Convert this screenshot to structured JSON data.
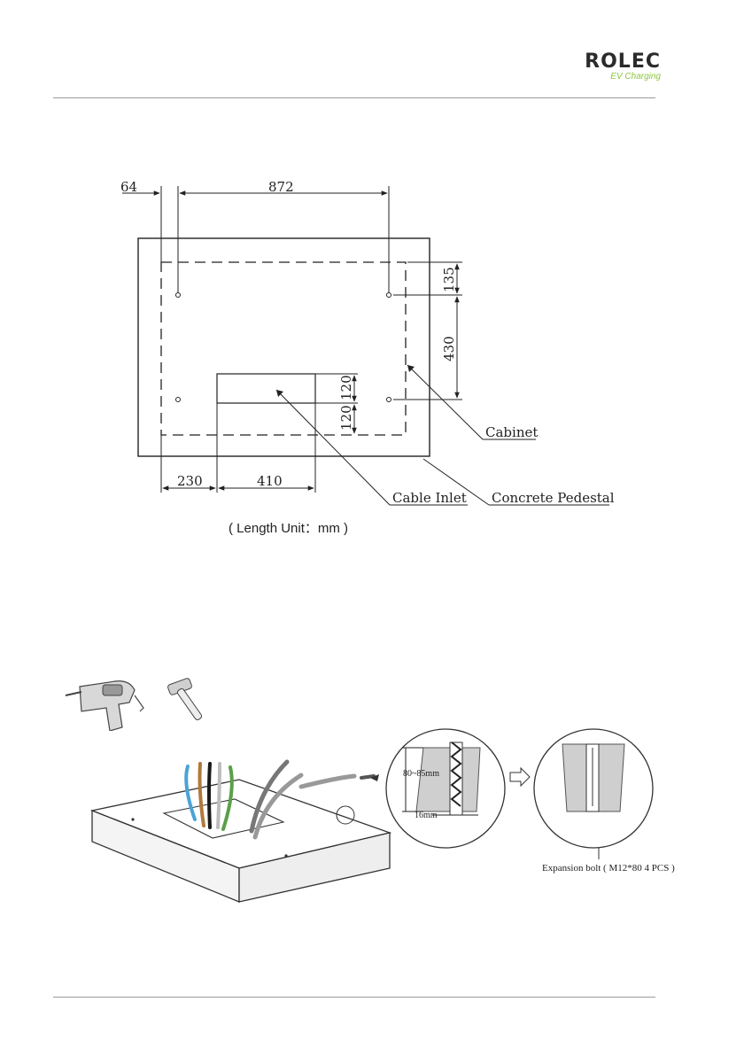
{
  "header": {
    "logo_main": "ROLEC",
    "logo_sub": "EV Charging"
  },
  "plan": {
    "dim_64": "64",
    "dim_872": "872",
    "dim_135": "135",
    "dim_430": "430",
    "dim_120_top": "120",
    "dim_120_bottom": "120",
    "dim_230": "230",
    "dim_410": "410",
    "label_cabinet": "Cabinet",
    "label_concrete": "Concrete Pedestal",
    "label_cable_inlet": "Cable Inlet",
    "unit_note": "( Length Unit：mm )"
  },
  "install": {
    "depth_label": "80~85mm",
    "width_label": "16mm",
    "bolt_label": "Expansion bolt ( M12*80 4 PCS )"
  },
  "colors": {
    "accent_green": "#8cc63f",
    "logo_dark": "#2b2b2b",
    "rule": "#9a9a9a",
    "wire_blue": "#4aa3d8",
    "wire_brown": "#b07a3c",
    "wire_black": "#1a1a1a",
    "wire_grey": "#bdbdbd",
    "wire_green": "#5aa04a"
  }
}
